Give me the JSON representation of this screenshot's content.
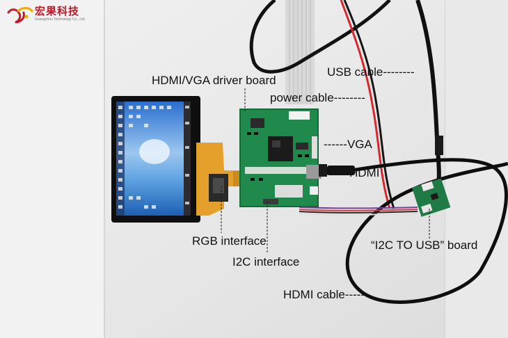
{
  "brand": {
    "name": "宏果科技",
    "subtitle": "Guangzhou Technology Co., Ltd."
  },
  "annotations": {
    "driver_board": "HDMI/VGA driver board",
    "usb_cable": "USB cable--------",
    "power_cable": "power cable--------",
    "vga": "------VGA",
    "hdmi": "---HDMI",
    "rgb_interface": "RGB interface",
    "i2c_interface": "I2C interface",
    "i2c_usb_board": "“I2C TO USB” board",
    "hdmi_cable": "HDMI cable-----"
  },
  "colors": {
    "wall": "#ececec",
    "pcb_green": "#1f8a4c",
    "flex_cable": "#e4a02a",
    "brand_red": "#c0192a",
    "cable_red": "#d8262a",
    "cable_black": "#111111"
  }
}
